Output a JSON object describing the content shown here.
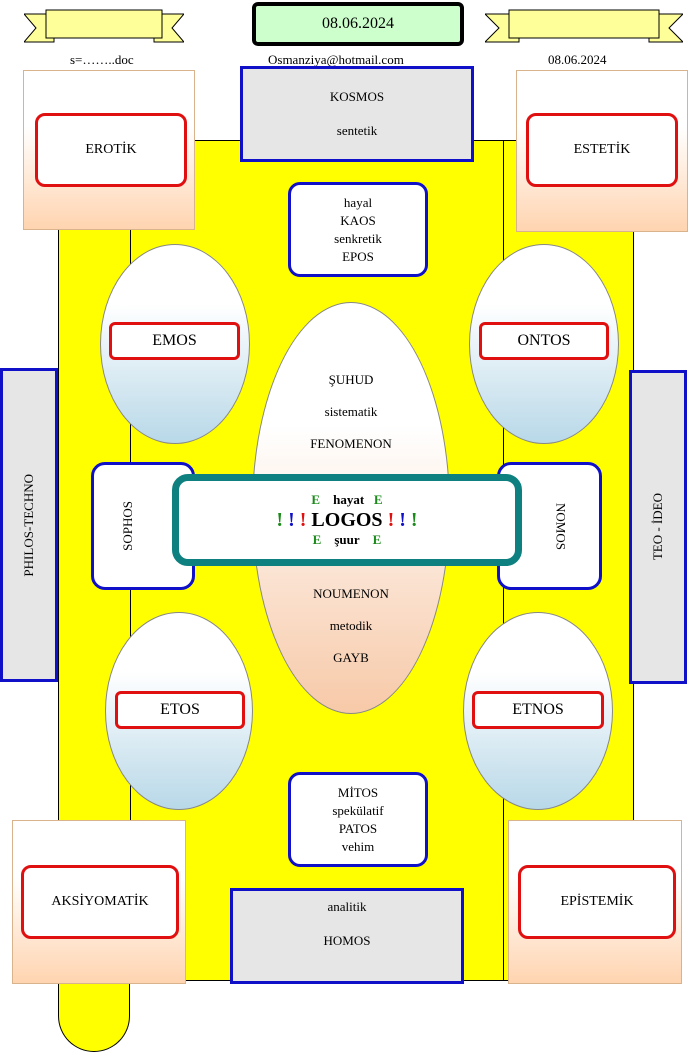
{
  "header": {
    "date_box": "08.06.2024",
    "left_label": "s=……..doc",
    "email": "Osmanziya@hotmail.com",
    "right_date": "08.06.2024"
  },
  "corners": {
    "top_left": "EROTİK",
    "top_right": "ESTETİK",
    "bottom_left": "AKSİYOMATİK",
    "bottom_right": "EPİSTEMİK"
  },
  "top_box": {
    "line1": "KOSMOS",
    "line2": "sentetik"
  },
  "bottom_box": {
    "line1": "analitik",
    "line2": "HOMOS"
  },
  "upper_round": {
    "lines": [
      "hayal",
      "KAOS",
      "senkretik",
      "EPOS"
    ]
  },
  "lower_round": {
    "lines": [
      "MİTOS",
      "spekülatif",
      "PATOS",
      "vehim"
    ]
  },
  "side_left": "PHILOS-TECHNO",
  "side_right": "TEO - İDEO",
  "ellipses": {
    "top_left": "EMOS",
    "top_right": "ONTOS",
    "bottom_left": "ETOS",
    "bottom_right": "ETNOS"
  },
  "center_ellipse": {
    "top": [
      "ŞUHUD",
      "sistematik",
      "FENOMENON"
    ],
    "bottom": [
      "NOUMENON",
      "metodik",
      "GAYB"
    ]
  },
  "mid_left": "SOPHOS",
  "mid_right": "NOMOS",
  "logos": {
    "e": "E",
    "hayat": "hayat",
    "title": "LOGOS",
    "excl": "!",
    "suur": "şuur"
  }
}
